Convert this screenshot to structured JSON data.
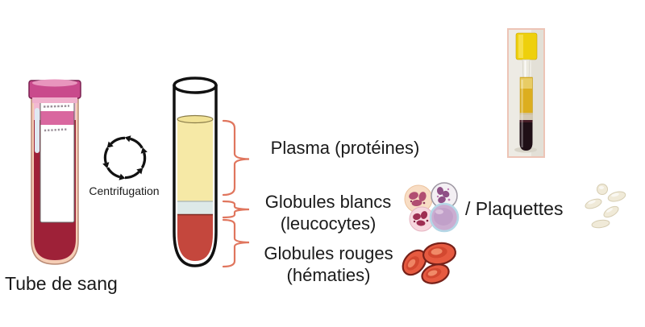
{
  "diagram": {
    "source_tube_label": "Tube de sang",
    "process_label": "Centrifugation",
    "layers": {
      "plasma": {
        "label": "Plasma (protéines)"
      },
      "wbc": {
        "label_line1": "Globules blancs",
        "label_line2": "(leucocytes)"
      },
      "platelets": {
        "label": "/ Plaquettes"
      },
      "rbc": {
        "label_line1": "Globules rouges",
        "label_line2": "(hématies)"
      }
    }
  },
  "colors": {
    "plasma_yellow": "#f6e9a6",
    "buffy_coat": "#dde9e8",
    "red_cell_layer": "#c4473d",
    "whole_blood": "#9e2138",
    "tube_cap_pink": "#c94a8c",
    "tube_glass_peach": "#f5cdb5",
    "brace_salmon": "#e0765e",
    "photo_cap_yellow": "#eed00c",
    "photo_plasma_gold": "#dcae1f",
    "photo_blood_dark": "#1f0f16",
    "text": "#1a1a1a"
  }
}
